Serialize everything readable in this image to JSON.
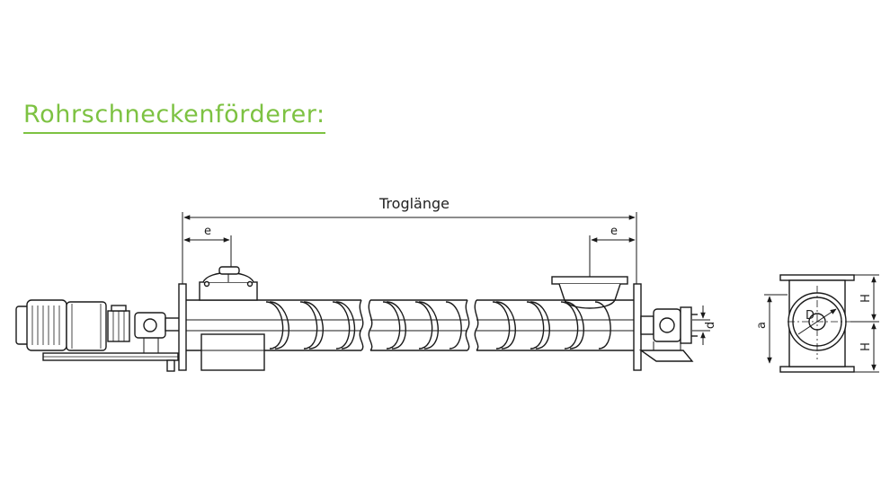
{
  "title": "Rohrschneckenförderer:",
  "accent_color": "#7dc242",
  "line_color": "#1a1a1a",
  "labels": {
    "trough_length": "Troglänge",
    "inlet_offset": "e",
    "outlet_offset": "e",
    "shaft_diameter": "d",
    "screw_diameter": "D",
    "axis_height": "a",
    "height_upper": "H",
    "height_lower": "H"
  }
}
